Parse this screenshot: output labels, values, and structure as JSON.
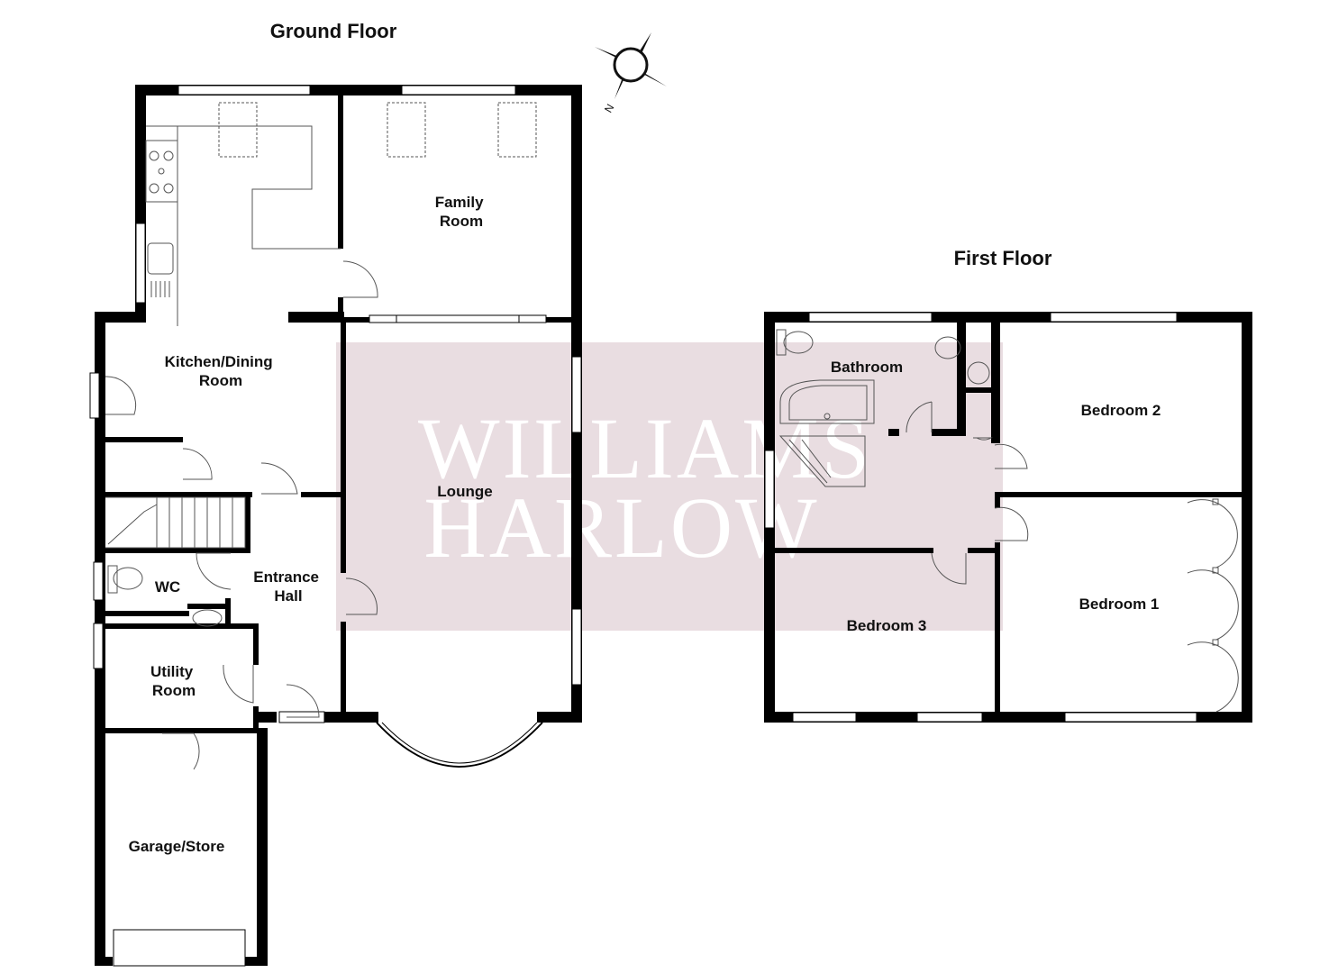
{
  "floors": {
    "ground": {
      "title": "Ground Floor"
    },
    "first": {
      "title": "First Floor"
    }
  },
  "rooms": {
    "family_room": [
      "Family",
      "Room"
    ],
    "kitchen_dining": [
      "Kitchen/Dining",
      "Room"
    ],
    "lounge": [
      "Lounge"
    ],
    "entrance_hall": [
      "Entrance",
      "Hall"
    ],
    "wc": [
      "WC"
    ],
    "utility_room": [
      "Utility",
      "Room"
    ],
    "garage_store": [
      "Garage/Store"
    ],
    "bathroom": [
      "Bathroom"
    ],
    "bedroom_1": [
      "Bedroom 1"
    ],
    "bedroom_2": [
      "Bedroom 2"
    ],
    "bedroom_3": [
      "Bedroom 3"
    ]
  },
  "compass": {
    "north_label": "N"
  },
  "watermark": {
    "line1": "WILLIAMS",
    "line2": "HARLOW",
    "color": "#e9dde1"
  },
  "colors": {
    "wall": "#000000",
    "fixture": "#555555",
    "window": "#ffffff"
  }
}
